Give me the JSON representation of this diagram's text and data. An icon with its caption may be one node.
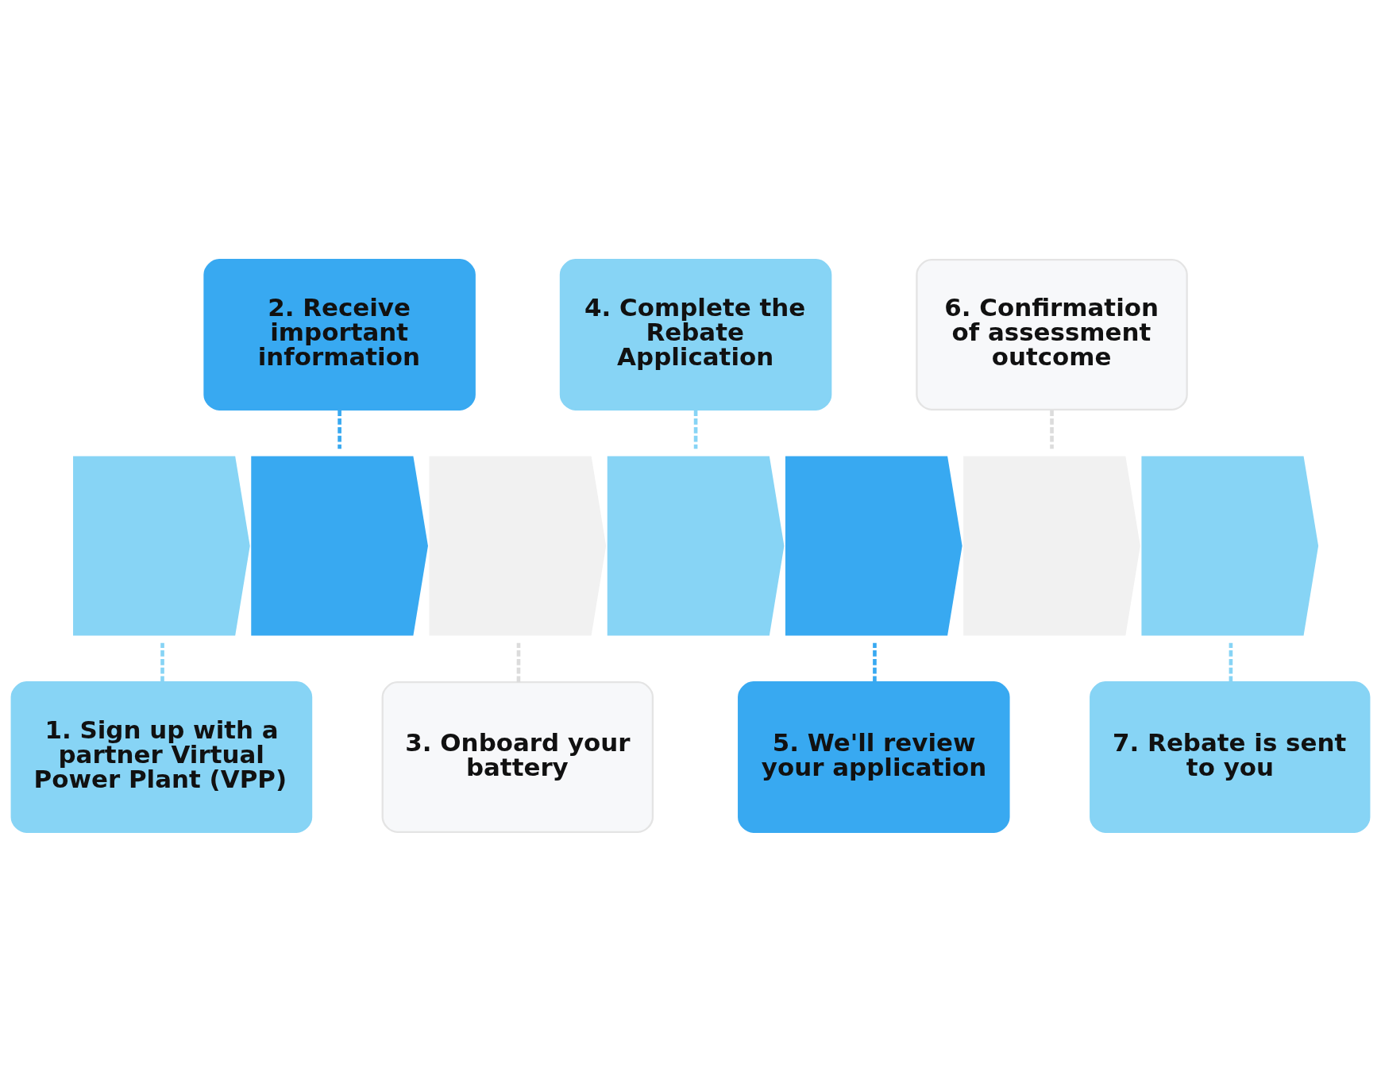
{
  "diagram": {
    "nodes": [
      {
        "text": [
          "1. Sign up with a partner Virtual Power Plant (VPP)"
        ]
      },
      {
        "text": [
          "2. Receive important information"
        ]
      },
      {
        "text": [
          "3. Onboard your battery"
        ]
      },
      {
        "text": [
          "4. Complete the Rebate Application"
        ]
      },
      {
        "text": [
          "5. We'll review your application"
        ]
      },
      {
        "text": [
          "6. Confirmation of assessment outcome"
        ]
      },
      {
        "text": [
          "7. Rebate is sent to you"
        ]
      },
      {
        "text": [],
        "shape": "chevron"
      },
      {
        "text": [],
        "shape": "chevron"
      },
      {
        "text": [],
        "shape": "chevron"
      },
      {
        "text": [],
        "shape": "chevron"
      },
      {
        "text": [],
        "shape": "chevron"
      },
      {
        "text": [],
        "shape": "chevron"
      },
      {
        "text": [],
        "shape": "chevron"
      }
    ],
    "edges": [
      {
        "from": 0,
        "to": 7,
        "arrow": "none",
        "style": "dashed"
      },
      {
        "from": 1,
        "to": 8,
        "arrow": "none",
        "style": "dashed",
        "color": "#38a9f1"
      },
      {
        "from": 2,
        "to": 9,
        "arrow": "none",
        "style": "dashed",
        "color": "#dcdcdc"
      },
      {
        "from": 3,
        "to": 10,
        "arrow": "none",
        "style": "dashed"
      },
      {
        "from": 4,
        "to": 11,
        "arrow": "none",
        "style": "dashed",
        "color": "#38a9f1"
      },
      {
        "from": 5,
        "to": 12,
        "arrow": "none",
        "style": "dashed",
        "color": "#dcdcdc"
      },
      {
        "from": 6,
        "to": 13,
        "arrow": "none",
        "style": "dashed"
      }
    ]
  }
}
